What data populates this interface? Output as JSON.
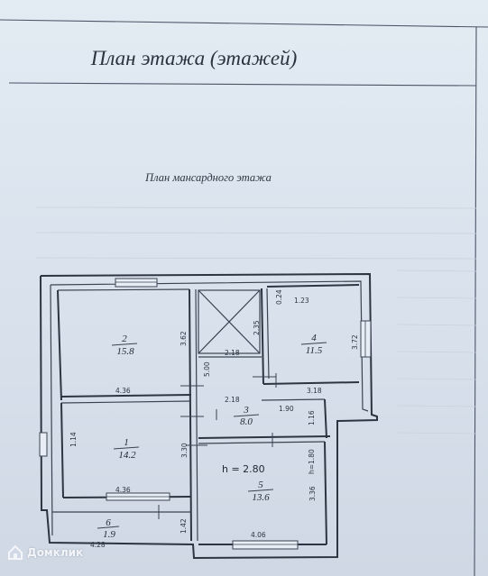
{
  "document": {
    "title": "План этажа (этажей)",
    "subtitle": "План мансардного этажа"
  },
  "rooms": [
    {
      "number": "2",
      "area": "15.8"
    },
    {
      "number": "4",
      "area": "11.5"
    },
    {
      "number": "3",
      "area": "8.0"
    },
    {
      "number": "1",
      "area": "14.2"
    },
    {
      "number": "5",
      "area": "13.6"
    },
    {
      "number": "6",
      "area": "1.9"
    }
  ],
  "dimensions": {
    "d_3_62": "3.62",
    "d_2_35": "2.35",
    "d_0_24": "0.24",
    "d_1_23": "1.23",
    "d_3_72": "3.72",
    "d_2_18_top": "2.18",
    "d_5_00": "5.00",
    "d_4_36_top": "4.36",
    "d_3_18": "3.18",
    "d_2_18_mid": "2.18",
    "d_1_90": "1.90",
    "d_1_16": "1.16",
    "d_1_14": "1.14",
    "d_3_30": "3.30",
    "d_h_1_80": "h=1.80",
    "d_4_36_bot": "4.36",
    "d_3_36": "3.36",
    "d_1_42": "1.42",
    "d_4_28": "4.28",
    "d_4_06": "4.06"
  },
  "height_note": "h = 2.80",
  "watermark": {
    "icon": "home-logo-icon",
    "text": "Домклик"
  }
}
